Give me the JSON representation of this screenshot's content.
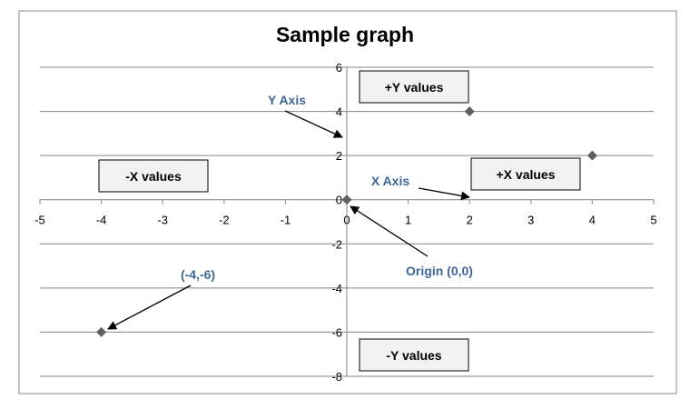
{
  "chart_data": {
    "type": "scatter",
    "title": "Sample graph",
    "xlabel": "",
    "ylabel": "",
    "xlim": [
      -5,
      5
    ],
    "ylim": [
      -8,
      6
    ],
    "x_ticks": [
      -5,
      -4,
      -3,
      -2,
      -1,
      0,
      1,
      2,
      3,
      4,
      5
    ],
    "y_ticks": [
      6,
      4,
      2,
      0,
      -2,
      -4,
      -6,
      -8
    ],
    "grid": "horizontal",
    "legend": "none",
    "series": [
      {
        "name": "points",
        "color": "#606060",
        "marker": "diamond",
        "points": [
          [
            2,
            4
          ],
          [
            4,
            2
          ],
          [
            0,
            0
          ],
          [
            -4,
            -6
          ]
        ]
      }
    ],
    "quadrant_boxes": {
      "plus_y": "+Y values",
      "minus_x": "-X values",
      "plus_x": "+X values",
      "minus_y": "-Y values"
    },
    "annotations": {
      "y_axis": "Y Axis",
      "x_axis": "X Axis",
      "origin": "Origin (0,0)",
      "point_neg": "(-4,-6)"
    },
    "colors": {
      "annotation": "#3f6796",
      "grid": "#868686",
      "box_fill": "#f2f2f2"
    }
  }
}
